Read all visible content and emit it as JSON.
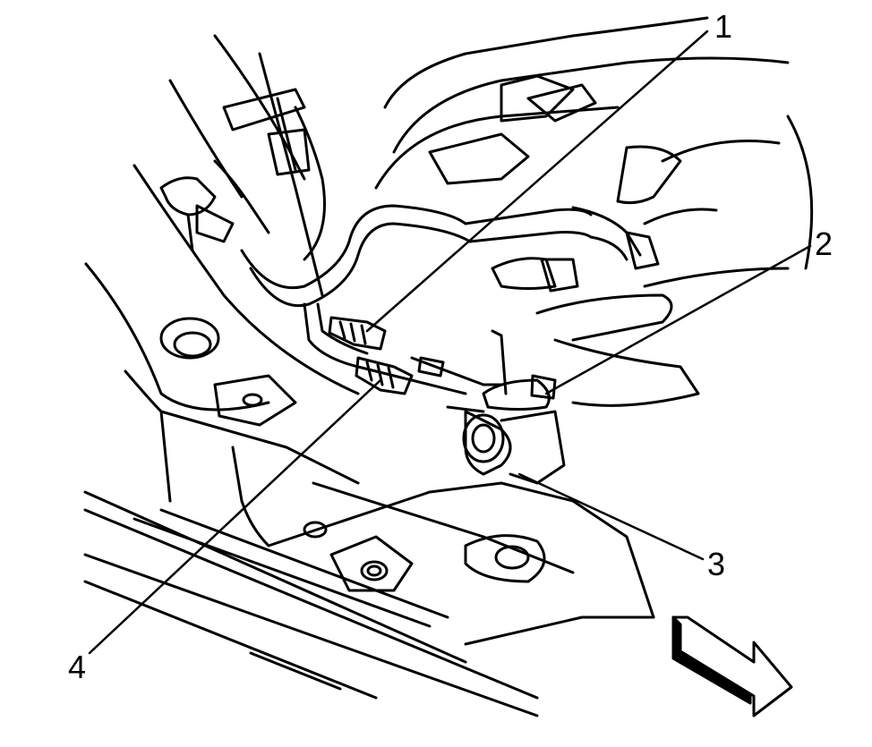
{
  "diagram": {
    "callouts": [
      {
        "id": "1",
        "label": "1"
      },
      {
        "id": "2",
        "label": "2"
      },
      {
        "id": "3",
        "label": "3"
      },
      {
        "id": "4",
        "label": "4"
      }
    ],
    "colors": {
      "ink": "#000000",
      "paper": "#ffffff"
    },
    "icons": {
      "direction_arrow": "forward-arrow-icon"
    }
  }
}
